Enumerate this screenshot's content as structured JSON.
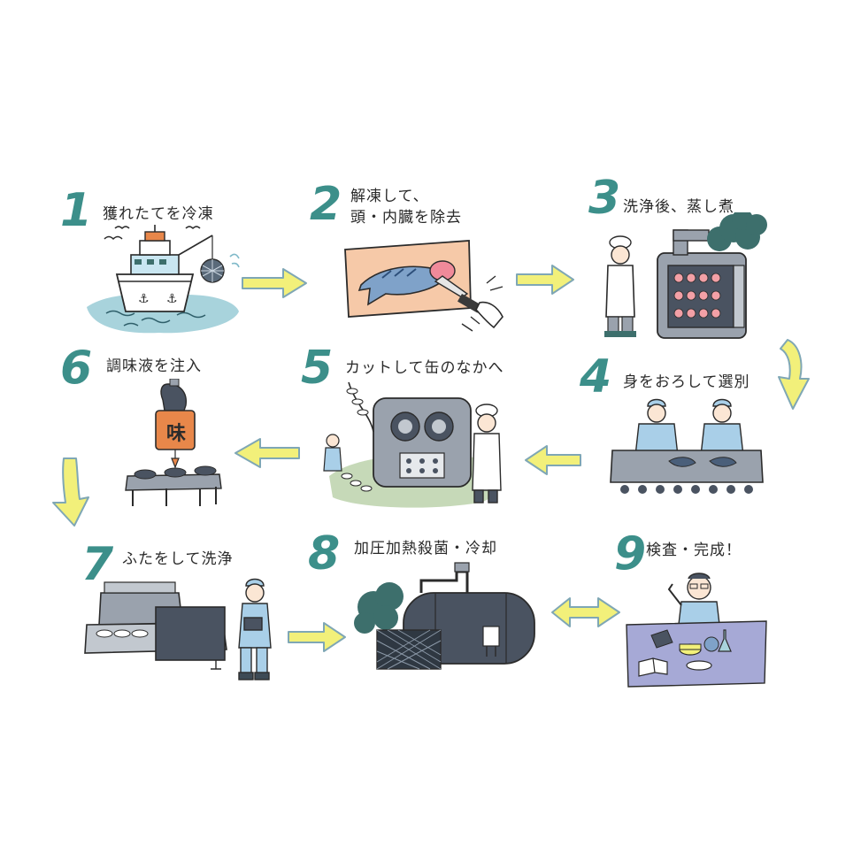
{
  "steps": [
    {
      "number": "1",
      "label": "獲れたてを冷凍"
    },
    {
      "number": "2",
      "label_line1": "解凍して、",
      "label_line2": "頭・内臓を除去"
    },
    {
      "number": "3",
      "label": "洗浄後、蒸し煮"
    },
    {
      "number": "4",
      "label": "身をおろして選別"
    },
    {
      "number": "5",
      "label": "カットして缶のなかへ"
    },
    {
      "number": "6",
      "label": "調味液を注入"
    },
    {
      "number": "7",
      "label": "ふたをして洗浄"
    },
    {
      "number": "8",
      "label": "加圧加熱殺菌・冷却"
    },
    {
      "number": "9",
      "label": "検査・完成！"
    }
  ],
  "seasoning_tank_text": "味",
  "colors": {
    "number": "#3c8f8a",
    "arrow_fill": "#f2f07a",
    "arrow_stroke": "#7fa7b5",
    "machine_gray": "#9aa2ad",
    "sea_blue": "#a8d3dc",
    "steam_teal": "#3d6f6c",
    "worker_blue": "#a9cfe8",
    "tank_orange": "#e8874a",
    "table_lavender": "#a6a9d6",
    "cutting_board": "#f6c9a8",
    "ground_green": "#c6d9b8"
  },
  "arrows": [
    {
      "from": "1",
      "to": "2",
      "direction": "right"
    },
    {
      "from": "2",
      "to": "3",
      "direction": "right"
    },
    {
      "from": "3",
      "to": "4",
      "direction": "down"
    },
    {
      "from": "4",
      "to": "5",
      "direction": "left"
    },
    {
      "from": "5",
      "to": "6",
      "direction": "left"
    },
    {
      "from": "6",
      "to": "7",
      "direction": "down"
    },
    {
      "from": "7",
      "to": "8",
      "direction": "right"
    },
    {
      "from": "8",
      "to": "9",
      "direction": "right"
    }
  ]
}
